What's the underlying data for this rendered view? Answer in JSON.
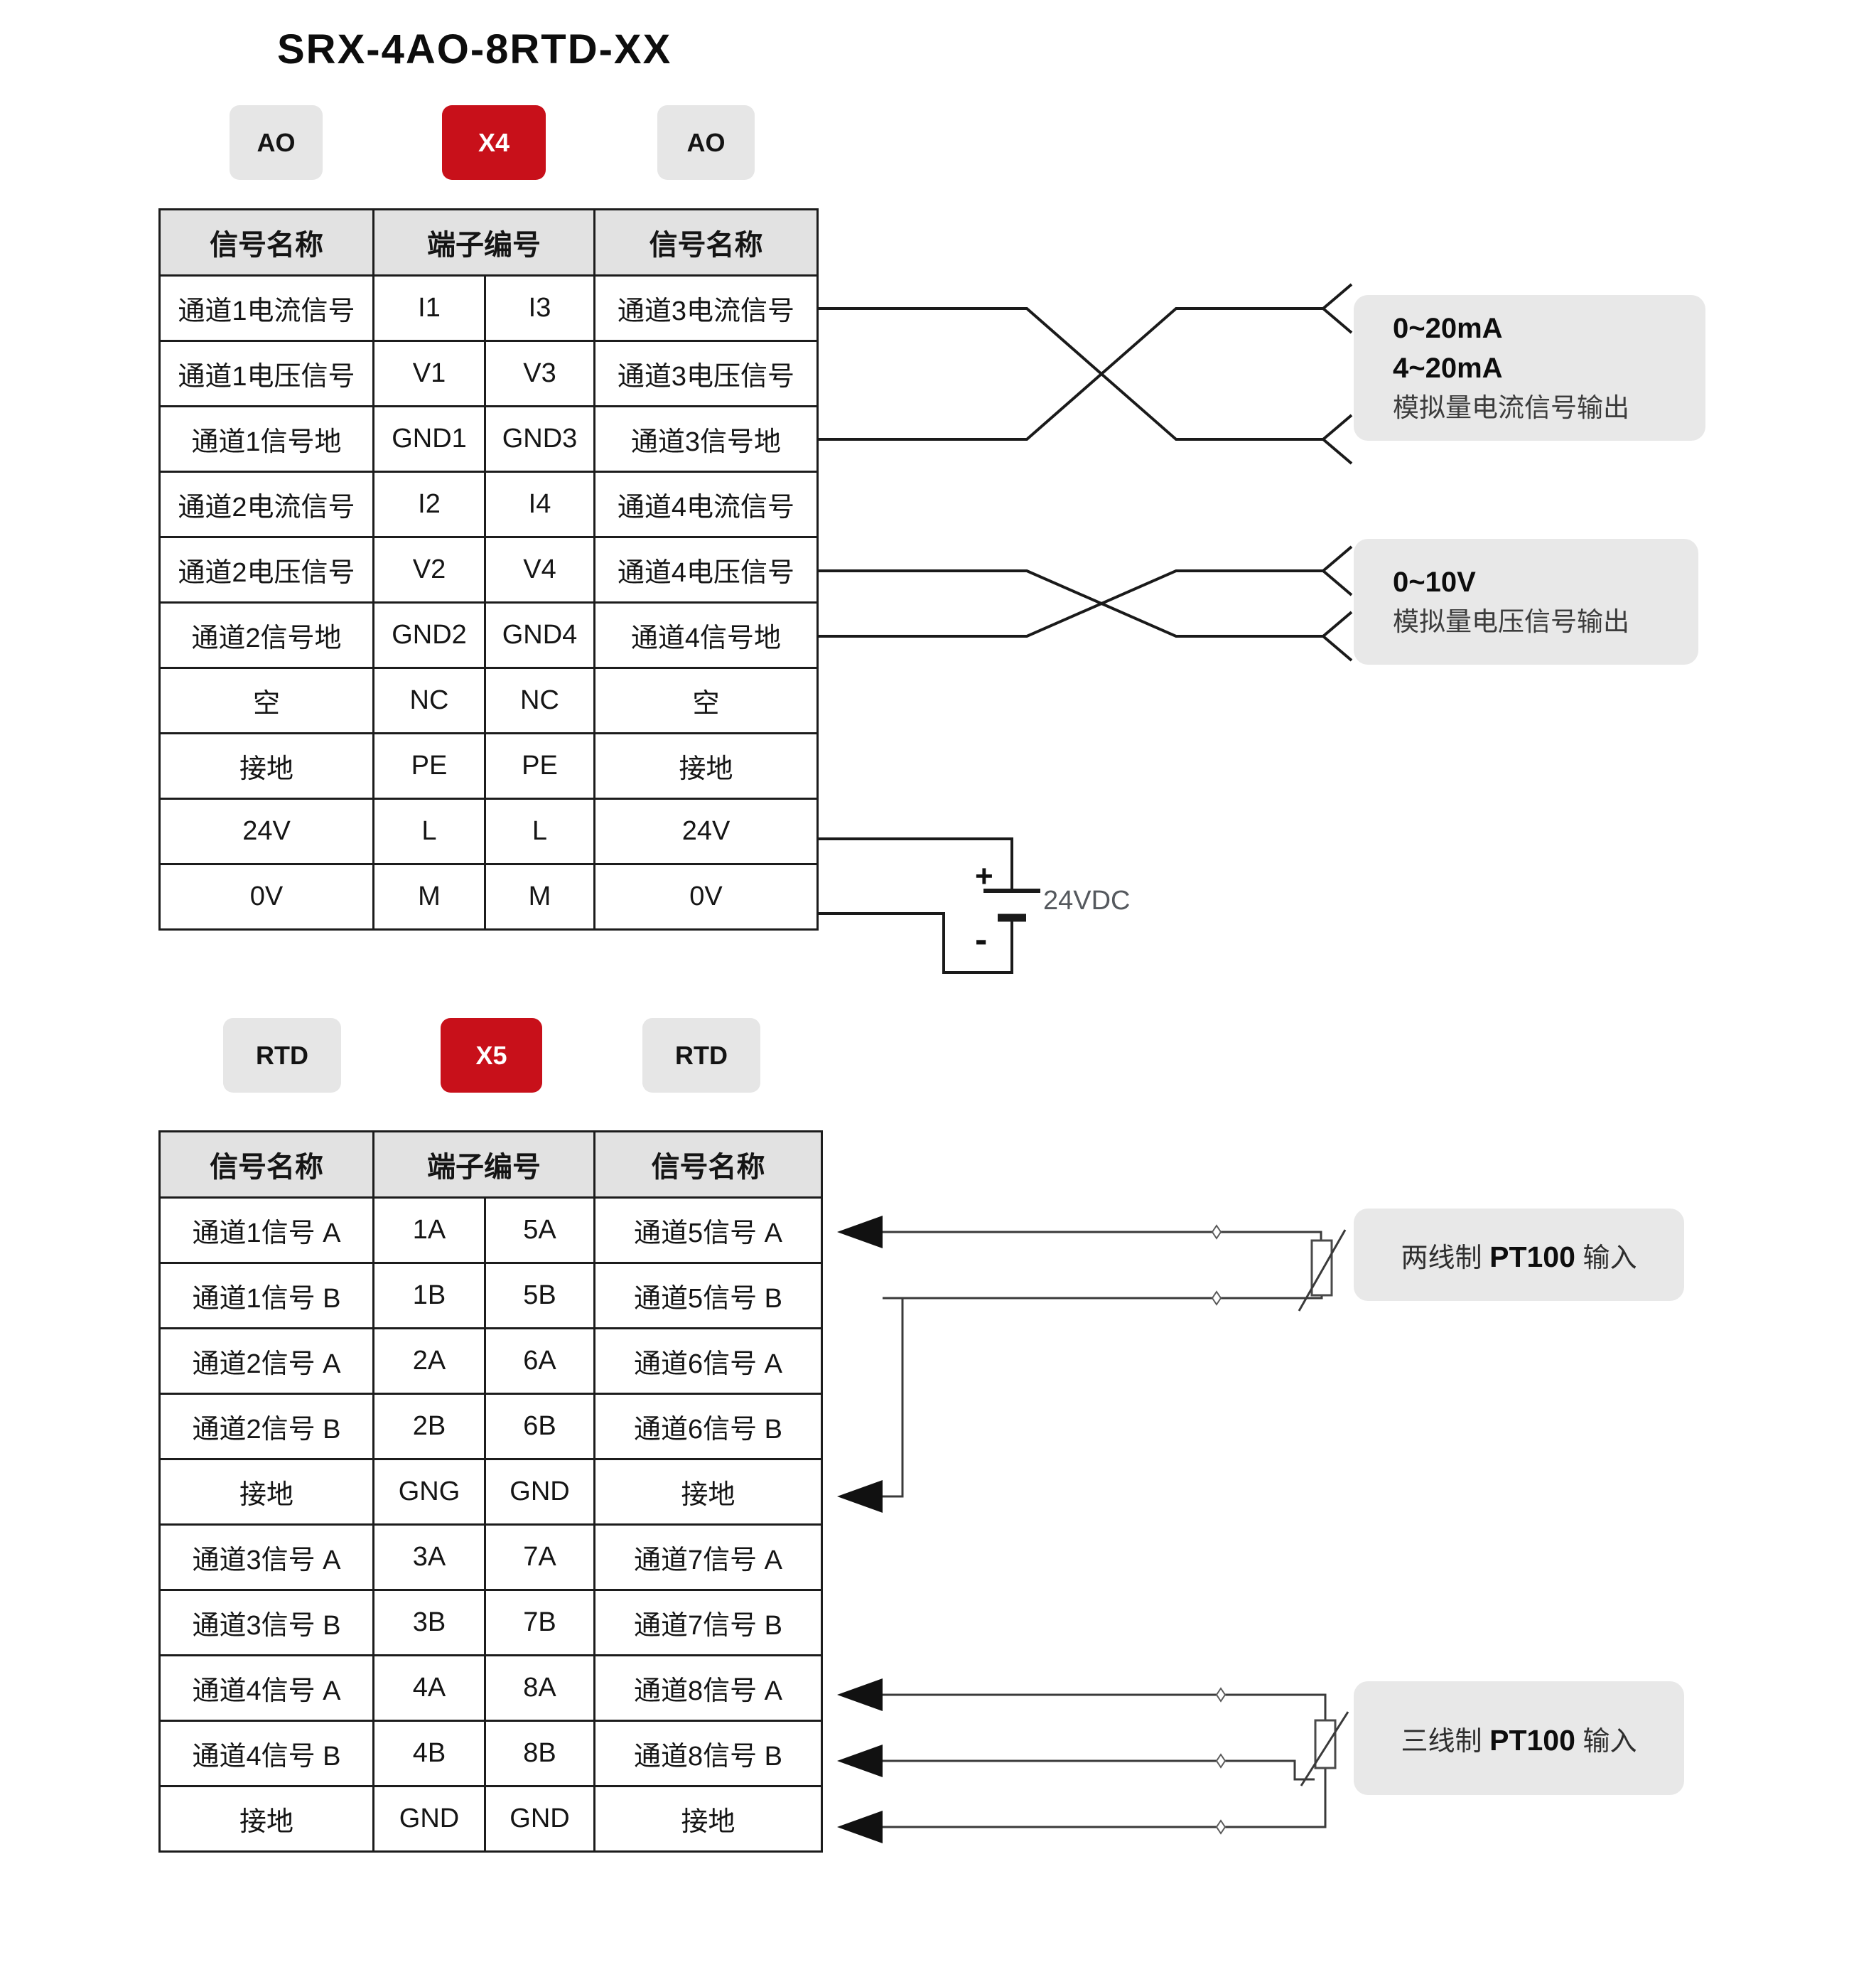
{
  "title": "SRX-4AO-8RTD-XX",
  "colors": {
    "accent_red": "#c8101a",
    "badge_gray": "#e6e6e6",
    "note_gray": "#e8e8e8"
  },
  "ao_section": {
    "badges": [
      {
        "label": "AO",
        "variant": "gray"
      },
      {
        "label": "X4",
        "variant": "red"
      },
      {
        "label": "AO",
        "variant": "gray"
      }
    ],
    "table": {
      "headers": [
        "信号名称",
        "端子编号",
        "信号名称"
      ],
      "rows": [
        [
          "通道1电流信号",
          "I1",
          "I3",
          "通道3电流信号"
        ],
        [
          "通道1电压信号",
          "V1",
          "V3",
          "通道3电压信号"
        ],
        [
          "通道1信号地",
          "GND1",
          "GND3",
          "通道3信号地"
        ],
        [
          "通道2电流信号",
          "I2",
          "I4",
          "通道4电流信号"
        ],
        [
          "通道2电压信号",
          "V2",
          "V4",
          "通道4电压信号"
        ],
        [
          "通道2信号地",
          "GND2",
          "GND4",
          "通道4信号地"
        ],
        [
          "空",
          "NC",
          "NC",
          "空"
        ],
        [
          "接地",
          "PE",
          "PE",
          "接地"
        ],
        [
          "24V",
          "L",
          "L",
          "24V"
        ],
        [
          "0V",
          "M",
          "M",
          "0V"
        ]
      ]
    },
    "current_note": {
      "line1": "0~20mA",
      "line2": "4~20mA",
      "line3": "模拟量电流信号输出"
    },
    "voltage_note": {
      "line1": "0~10V",
      "line2": "模拟量电压信号输出"
    },
    "battery": {
      "plus": "+",
      "minus": "-",
      "label": "24VDC"
    }
  },
  "rtd_section": {
    "badges": [
      {
        "label": "RTD",
        "variant": "gray"
      },
      {
        "label": "X5",
        "variant": "red"
      },
      {
        "label": "RTD",
        "variant": "gray"
      }
    ],
    "table": {
      "headers": [
        "信号名称",
        "端子编号",
        "信号名称"
      ],
      "rows": [
        [
          "通道1信号 A",
          "1A",
          "5A",
          "通道5信号 A"
        ],
        [
          "通道1信号 B",
          "1B",
          "5B",
          "通道5信号 B"
        ],
        [
          "通道2信号 A",
          "2A",
          "6A",
          "通道6信号 A"
        ],
        [
          "通道2信号 B",
          "2B",
          "6B",
          "通道6信号 B"
        ],
        [
          "接地",
          "GNG",
          "GND",
          "接地"
        ],
        [
          "通道3信号 A",
          "3A",
          "7A",
          "通道7信号 A"
        ],
        [
          "通道3信号 B",
          "3B",
          "7B",
          "通道7信号 B"
        ],
        [
          "通道4信号 A",
          "4A",
          "8A",
          "通道8信号 A"
        ],
        [
          "通道4信号 B",
          "4B",
          "8B",
          "通道8信号 B"
        ],
        [
          "接地",
          "GND",
          "GND",
          "接地"
        ]
      ]
    },
    "two_wire_note": {
      "prefix": "两线制 ",
      "bold": "PT100",
      "suffix": " 输入"
    },
    "three_wire_note": {
      "prefix": "三线制 ",
      "bold": "PT100",
      "suffix": " 输入"
    }
  }
}
